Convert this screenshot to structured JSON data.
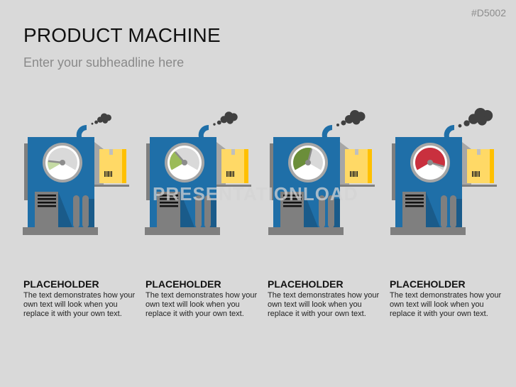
{
  "tag": "#D5002",
  "title": "PRODUCT MACHINE",
  "subtitle": "Enter your subheadline here",
  "watermark": "PRESENTATIONLOAD",
  "colors": {
    "body": "#1f6fa8",
    "shade": "#1a5b8a",
    "gray": "#7f7f7f",
    "box": "#ffd966",
    "box_side": "#ffc000",
    "smoke": "#404040"
  },
  "machines": [
    {
      "gauge_level": 0.15,
      "gauge_color": "#c5dba4",
      "smoke_scale": 0.7
    },
    {
      "gauge_level": 0.33,
      "gauge_color": "#9bbb59",
      "smoke_scale": 0.85
    },
    {
      "gauge_level": 0.56,
      "gauge_color": "#6b8e3a",
      "smoke_scale": 1.0
    },
    {
      "gauge_level": 0.94,
      "gauge_color": "#c9303e",
      "smoke_scale": 1.2
    }
  ],
  "columns": [
    {
      "heading": "PLACEHOLDER",
      "text": "The text demonstrates how your own text will look when you replace it with your own text."
    },
    {
      "heading": "PLACEHOLDER",
      "text": "The text demonstrates how your own text will look when you replace it with your own text."
    },
    {
      "heading": "PLACEHOLDER",
      "text": "The text demonstrates how your own text will look when you replace it with your own text."
    },
    {
      "heading": "PLACEHOLDER",
      "text": "The text demonstrates how your own text will look when you replace it with your own text."
    }
  ]
}
